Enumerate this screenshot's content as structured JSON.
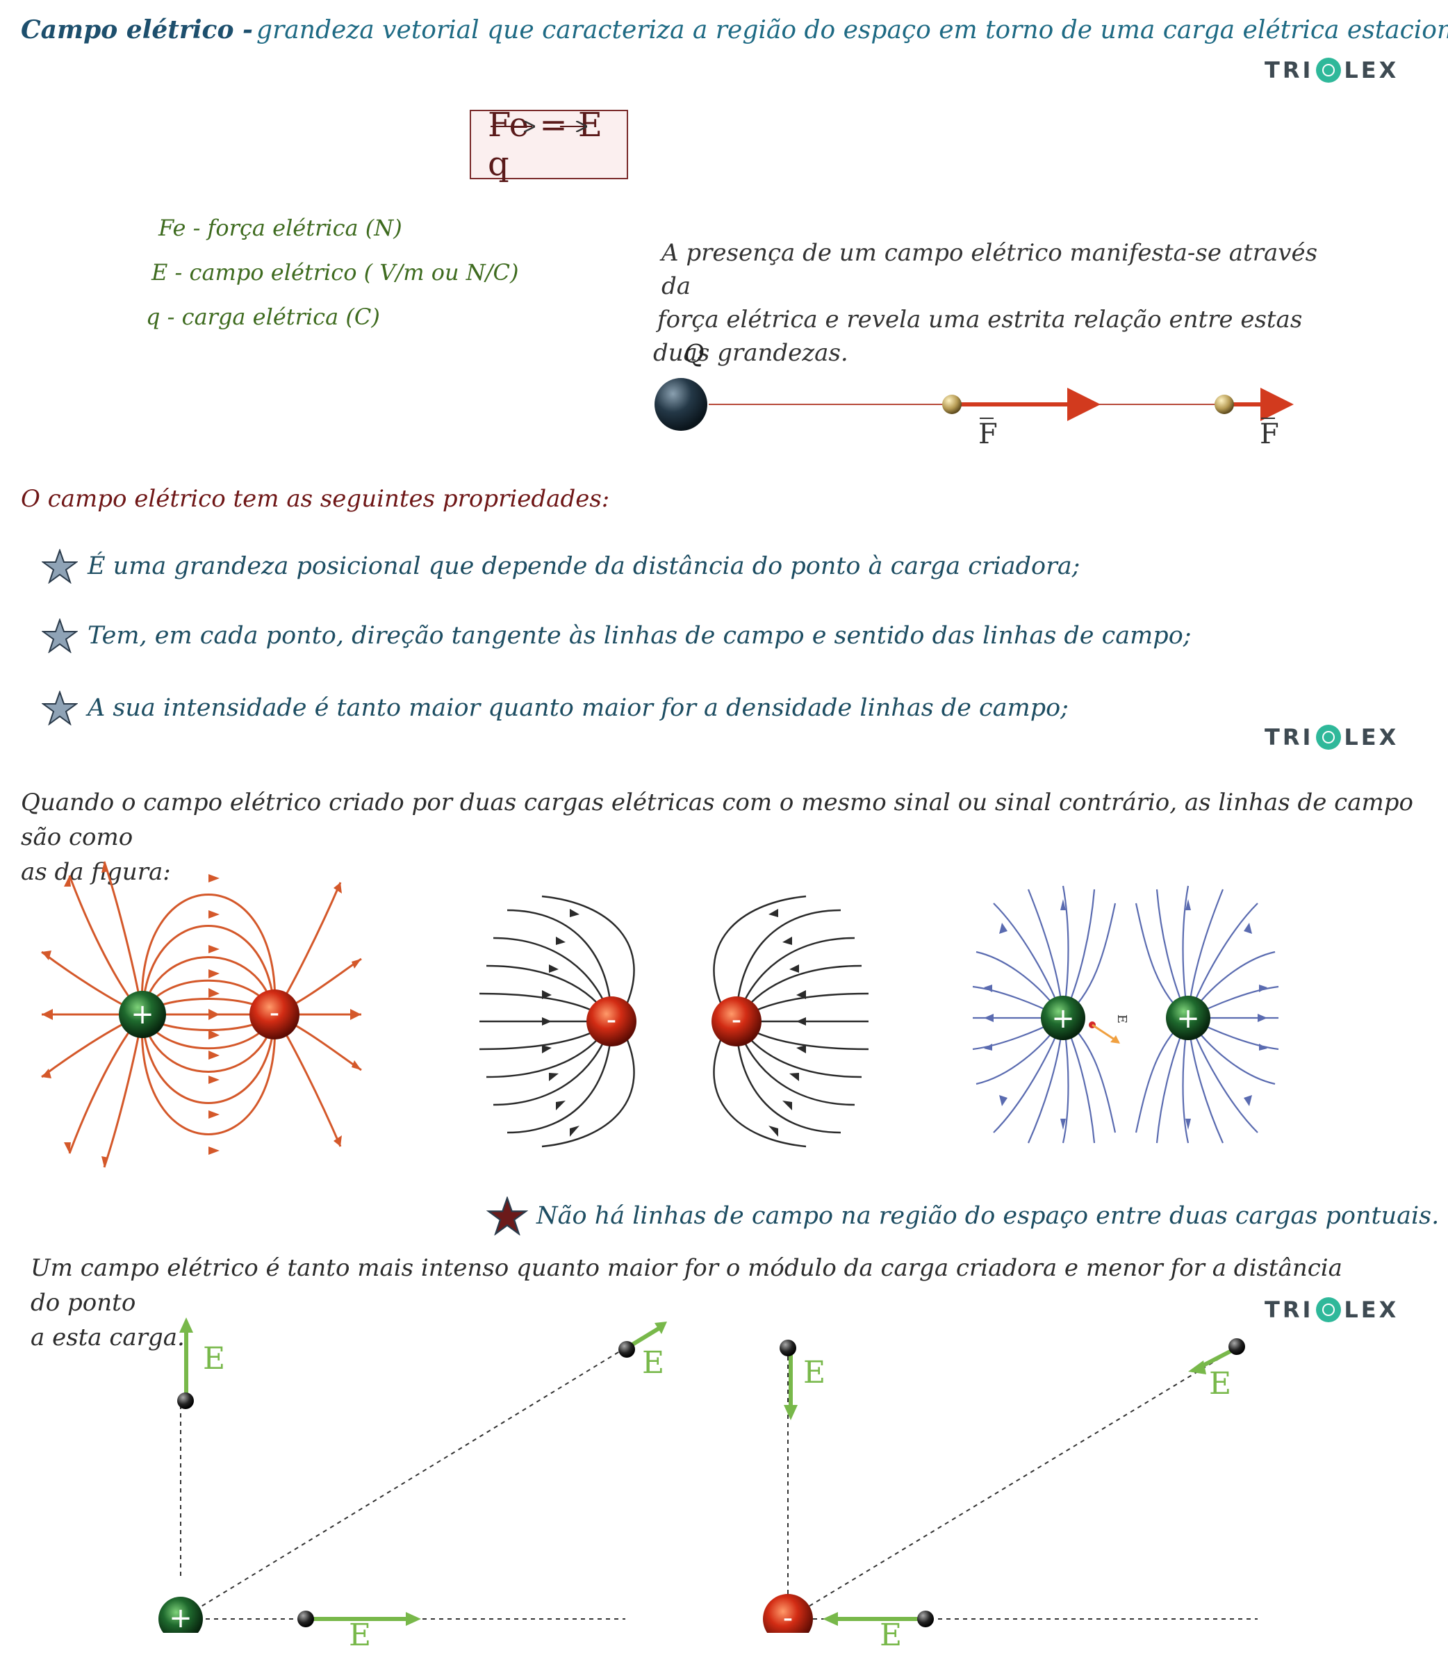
{
  "header": {
    "title_bold": "Campo elétrico -",
    "title_rest": "grandeza vetorial que caracteriza a região do espaço em torno de uma carga elétrica estacionária."
  },
  "logo": {
    "left": "TRI",
    "right": "LEX"
  },
  "formula": "Fe = E q",
  "legend": [
    "Fe - força elétrica (N)",
    "E - campo elétrico ( V/m ou N/C)",
    "q - carga elétrica (C)"
  ],
  "presence_text": [
    "A presença de um campo elétrico manifesta-se através da",
    "força elétrica e revela uma estrita relação entre estas",
    "duas grandezas."
  ],
  "force_diagram": {
    "charge_label": "Q",
    "force_label": "F"
  },
  "properties": {
    "title": "O campo elétrico tem as seguintes propriedades:",
    "items": [
      "É uma grandeza posicional que depende da distância do ponto à carga criadora;",
      "Tem, em cada ponto, direção tangente às linhas de campo e sentido das linhas de campo;",
      "A sua intensidade é tanto maior quanto maior for a densidade linhas de campo;"
    ]
  },
  "two_charges_text": [
    "Quando o campo elétrico criado por duas cargas elétricas com o mesmo sinal ou sinal contrário, as linhas de campo são como",
    "as da figura:"
  ],
  "charge_signs": {
    "positive": "+",
    "negative": "-",
    "field_label": "E"
  },
  "note": "Não há linhas de campo na região do espaço entre duas cargas pontuais.",
  "intensity_text": [
    "Um campo elétrico é tanto mais intenso quanto maior for o módulo da carga criadora e menor for a distância do ponto",
    "a esta carga."
  ],
  "colors": {
    "orange_lines": "#d4582a",
    "black_lines": "#2a2a2a",
    "blue_lines": "#5a6bb0",
    "green_vector": "#78b84a",
    "red_charge": "#c0281a",
    "green_charge": "#1f6a2e",
    "star_main": "#8fa3b6",
    "star_note": "#6b1a1a"
  }
}
